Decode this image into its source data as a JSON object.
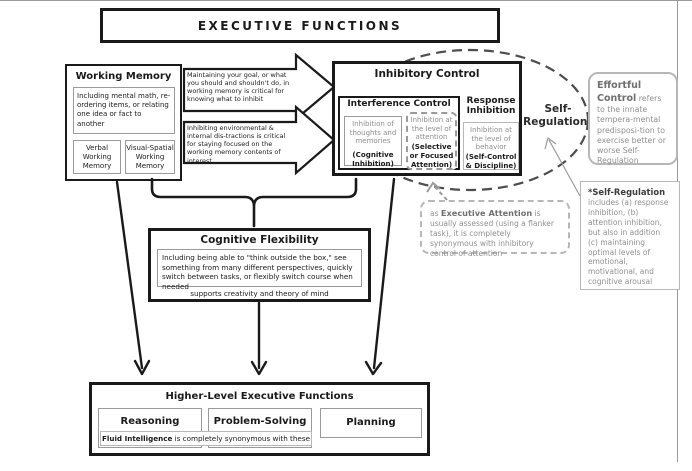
{
  "colors": {
    "line": "#1a1a1a",
    "gray_border": "#9a9a9a",
    "light_border": "#b7b7b7",
    "gray_text": "#8f8f8f",
    "mid_gray_text": "#6f6f6f",
    "dark_text": "#1a1a1a",
    "dash": "#4d4d4d",
    "bg": "#ffffff"
  },
  "header": {
    "title": "EXECUTIVE FUNCTIONS"
  },
  "working_memory": {
    "title": "Working Memory",
    "description": "Including mental math, re-ordering items, or relating one idea or fact to another",
    "verbal": "Verbal Working Memory",
    "visual_spatial": "Visual-Spatial Working Memory"
  },
  "flow_arrows": {
    "goal_maintenance": "Maintaining your goal, or what you should and shouldn't do, in working memory is critical for knowing what to inhibit",
    "distraction_inhibition": "Inhibiting environmental & internal dis-tractions is critical for staying focused on the working memory contents of interest"
  },
  "inhibitory_control": {
    "title": "Inhibitory Control",
    "interference_control": {
      "title": "Interference Control",
      "cognitive_inhibition": {
        "description": "Inhibition of thoughts and memories",
        "label": "(Cognitive Inhibition)"
      },
      "selective_attention": {
        "description": "Inhibition at the level of attention",
        "label": "(Selective or Focused Attention)"
      }
    },
    "response_inhibition": {
      "title": "Response Inhibition",
      "self_control": {
        "description": "Inhibition at the level of behavior",
        "label": "(Self-Control & Discipline)"
      }
    }
  },
  "self_regulation_ellipse": {
    "label": "Self-Regulation*"
  },
  "effortful_control_note": {
    "heading": "Effortful Control",
    "body": " refers to the innate tempera-mental predisposi-tion to exercise better or worse Self-Regulation"
  },
  "self_regulation_note": {
    "heading": "*Self-Regulation",
    "body": "includes (a) response inhibition, (b) attention inhibition, but also in addition (c) maintaining optimal levels of emotional, motivational, and cognitive arousal"
  },
  "executive_attention_note": {
    "prefix": "as ",
    "highlight": "Executive Attention",
    "rest": " is usually assessed (using a flanker task), it is completely synonymous with inhibitory control of attention"
  },
  "cognitive_flexibility": {
    "title": "Cognitive Flexibility",
    "description": "Including being able to \"think outside the box,\" see something from many different perspectives, quickly switch between tasks, or flexibly switch course when needed",
    "footnote": "supports creativity and theory of mind"
  },
  "higher_level": {
    "title": "Higher-Level Executive Functions",
    "items": [
      "Reasoning",
      "Problem-Solving",
      "Planning"
    ],
    "fluid_note": {
      "highlight": "Fluid Intelligence",
      "rest": " is completely synonymous with these"
    }
  }
}
